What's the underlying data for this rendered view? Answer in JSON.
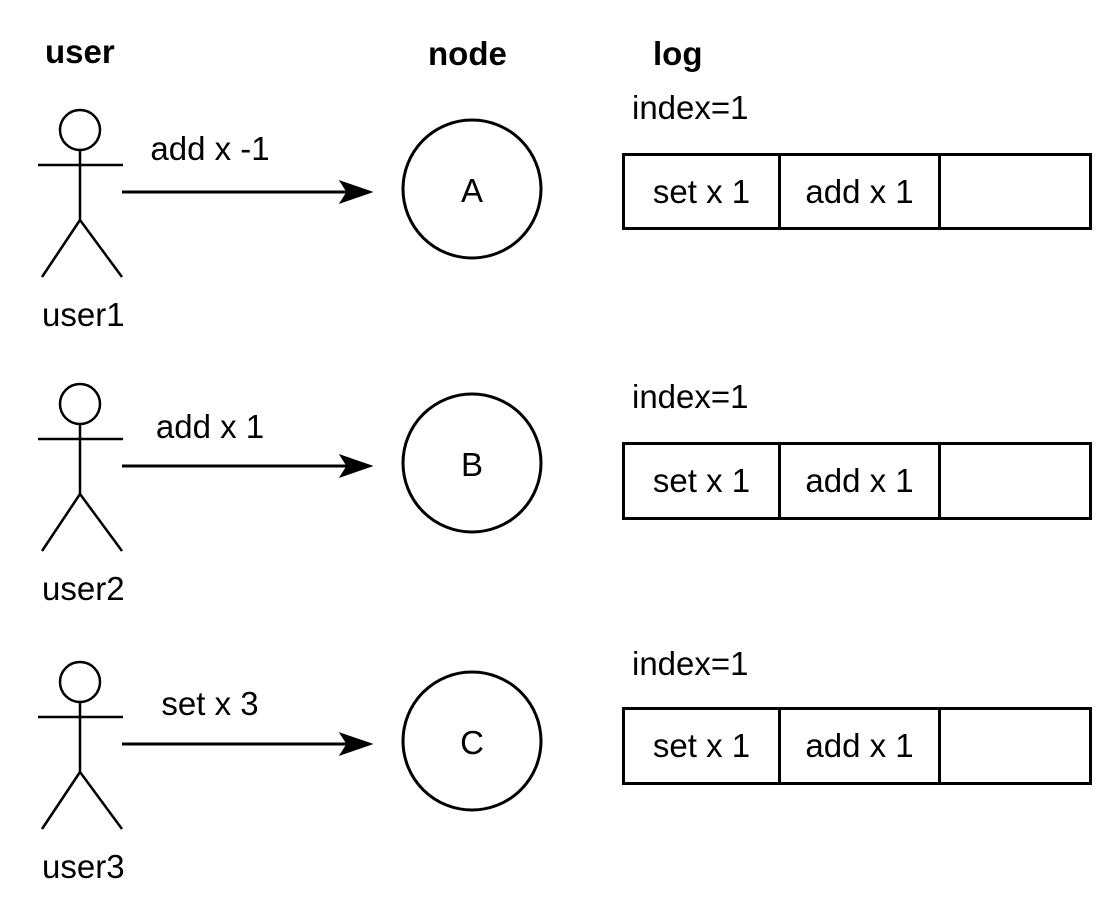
{
  "headers": {
    "user": "user",
    "node": "node",
    "log": "log"
  },
  "rows": [
    {
      "user_name": "user1",
      "command": "add x -1",
      "node": "A",
      "index_label": "index=1",
      "log_cells": [
        "set x 1",
        "add x 1",
        ""
      ]
    },
    {
      "user_name": "user2",
      "command": "add x 1",
      "node": "B",
      "index_label": "index=1",
      "log_cells": [
        "set x 1",
        "add x 1",
        ""
      ]
    },
    {
      "user_name": "user3",
      "command": "set x 3",
      "node": "C",
      "index_label": "index=1",
      "log_cells": [
        "set x 1",
        "add x 1",
        ""
      ]
    }
  ],
  "colors": {
    "stroke": "#000000",
    "background": "#ffffff"
  }
}
